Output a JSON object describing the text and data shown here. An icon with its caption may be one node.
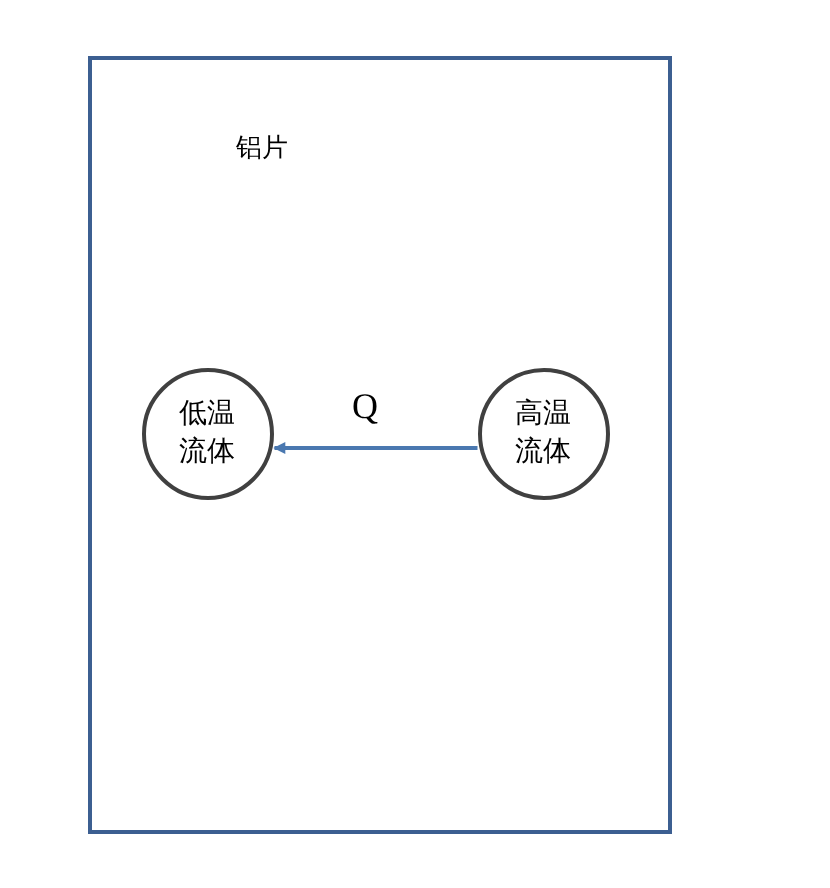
{
  "diagram": {
    "nodes": [
      {
        "text": [
          "铝片"
        ]
      },
      {
        "text": [
          "低温流体"
        ],
        "in": 0
      },
      {
        "text": [
          "高温流体"
        ],
        "in": 0
      }
    ],
    "edges": [
      {
        "from": 2,
        "to": 1,
        "arrow": "to",
        "label": "Q"
      }
    ]
  }
}
